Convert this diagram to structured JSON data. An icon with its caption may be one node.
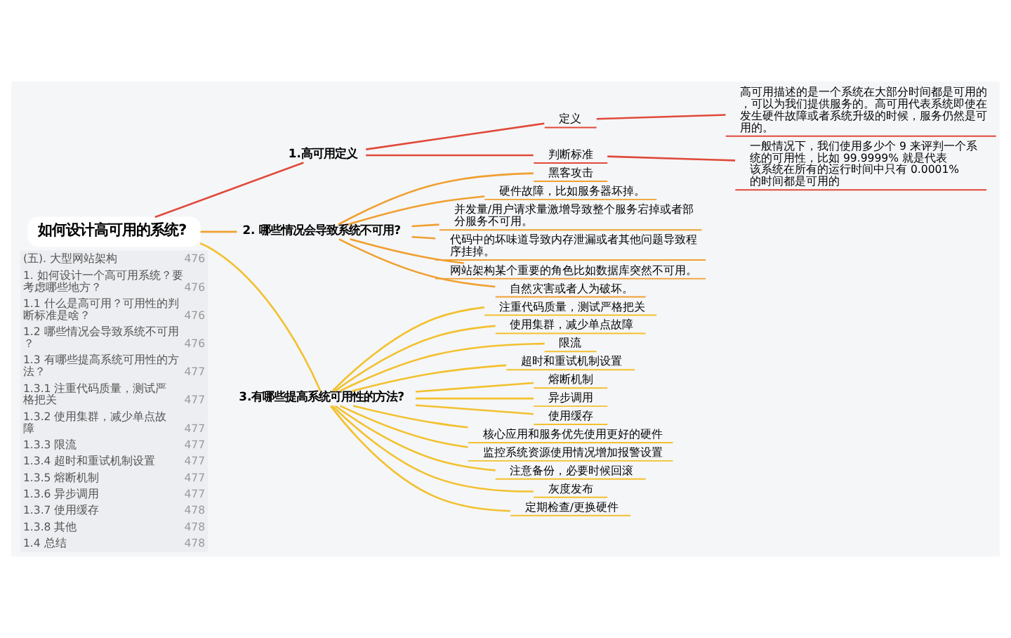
{
  "diagram": {
    "nodes": [
      {
        "text": [
          "如何设计高可用的系统?"
        ]
      },
      {
        "text": [
          "1.高可用定义"
        ]
      },
      {
        "text": [
          "定义"
        ]
      },
      {
        "text": [
          "高可用描述的是一个系统在大部分时间都是可用的，可以为我们提供服务的。高可用代表系统即使在发生硬件故障或者系统升级的时候，服务仍然是可用的。"
        ]
      },
      {
        "text": [
          "判断标准"
        ]
      },
      {
        "text": [
          "一般情况下，我们使用多少个 9 来评判一个系统的可用性，比如 99.9999% 就是代表该系统在所有的运行时间中只有 0.0001% 的时间都是可用的"
        ]
      },
      {
        "text": [
          "2. 哪些情况会导致系统不可用?"
        ]
      },
      {
        "text": [
          "黑客攻击"
        ]
      },
      {
        "text": [
          "硬件故障，比如服务器坏掉。"
        ]
      },
      {
        "text": [
          "并发量/用户请求量激增导致整个服务宕掉或者部分服务不可用。"
        ]
      },
      {
        "text": [
          "代码中的坏味道导致内存泄漏或者其他问题导致程序挂掉。"
        ]
      },
      {
        "text": [
          "网站架构某个重要的角色比如数据库突然不可用。"
        ]
      },
      {
        "text": [
          "自然灾害或者人为破坏。"
        ]
      },
      {
        "text": [
          "3.有哪些提高系统可用性的方法?"
        ]
      },
      {
        "text": [
          "注重代码质量，测试严格把关"
        ]
      },
      {
        "text": [
          "使用集群，减少单点故障"
        ]
      },
      {
        "text": [
          "限流"
        ]
      },
      {
        "text": [
          "超时和重试机制设置"
        ]
      },
      {
        "text": [
          "熔断机制"
        ]
      },
      {
        "text": [
          "异步调用"
        ]
      },
      {
        "text": [
          "使用缓存"
        ]
      },
      {
        "text": [
          "核心应用和服务优先使用更好的硬件"
        ]
      },
      {
        "text": [
          "监控系统资源使用情况增加报警设置"
        ]
      },
      {
        "text": [
          "注意备份，必要时候回滚"
        ]
      },
      {
        "text": [
          "灰度发布"
        ]
      },
      {
        "text": [
          "定期检查/更换硬件"
        ]
      }
    ],
    "edges": [
      {
        "from": 0,
        "to": 1,
        "arrow": "none",
        "color": "#e04a3a"
      },
      {
        "from": 1,
        "to": 2,
        "arrow": "none",
        "color": "#e04a3a"
      },
      {
        "from": 2,
        "to": 3,
        "arrow": "none",
        "color": "#e04a3a"
      },
      {
        "from": 1,
        "to": 4,
        "arrow": "none",
        "color": "#e04a3a"
      },
      {
        "from": 4,
        "to": 5,
        "arrow": "none",
        "color": "#e04a3a"
      },
      {
        "from": 0,
        "to": 6,
        "arrow": "none",
        "color": "#f0a030"
      },
      {
        "from": 6,
        "to": 7,
        "arrow": "none",
        "color": "#f0a030"
      },
      {
        "from": 6,
        "to": 8,
        "arrow": "none",
        "color": "#f0a030"
      },
      {
        "from": 6,
        "to": 9,
        "arrow": "none",
        "color": "#f0a030"
      },
      {
        "from": 6,
        "to": 10,
        "arrow": "none",
        "color": "#f0a030"
      },
      {
        "from": 6,
        "to": 11,
        "arrow": "none",
        "color": "#f0a030"
      },
      {
        "from": 6,
        "to": 12,
        "arrow": "none",
        "color": "#f0a030"
      },
      {
        "from": 0,
        "to": 13,
        "arrow": "none"
      },
      {
        "from": 13,
        "to": 14,
        "arrow": "none"
      },
      {
        "from": 13,
        "to": 15,
        "arrow": "none"
      },
      {
        "from": 13,
        "to": 16,
        "arrow": "none"
      },
      {
        "from": 13,
        "to": 17,
        "arrow": "none"
      },
      {
        "from": 13,
        "to": 18,
        "arrow": "none"
      },
      {
        "from": 13,
        "to": 19,
        "arrow": "none"
      },
      {
        "from": 13,
        "to": 20,
        "arrow": "none"
      },
      {
        "from": 13,
        "to": 21,
        "arrow": "none"
      },
      {
        "from": 13,
        "to": 22,
        "arrow": "none"
      },
      {
        "from": 13,
        "to": 23,
        "arrow": "none"
      },
      {
        "from": 13,
        "to": 24,
        "arrow": "none"
      },
      {
        "from": 13,
        "to": 25,
        "arrow": "none"
      }
    ],
    "labels": [
      "(五). 大型网站架构",
      "476",
      "1. 如何设计一个高可用系统？要考虑哪些地方？",
      "476",
      "1.1 什么是高可用？可用性的判断标准是啥？",
      "476",
      "1.2 哪些情况会导致系统不可用？",
      "476",
      "1.3 有哪些提高系统可用性的方法？",
      "477",
      "1.3.1 注重代码质量，测试严格把关",
      "477",
      "1.3.2 使用集群，减少单点故障",
      "477",
      "1.3.3 限流",
      "477",
      "1.3.4 超时和重试机制设置",
      "477",
      "1.3.5 熔断机制",
      "477",
      "1.3.6 异步调用",
      "477",
      "1.3.7 使用缓存",
      "478",
      "1.3.8 其他",
      "478",
      "1.4 总结",
      "478"
    ]
  }
}
